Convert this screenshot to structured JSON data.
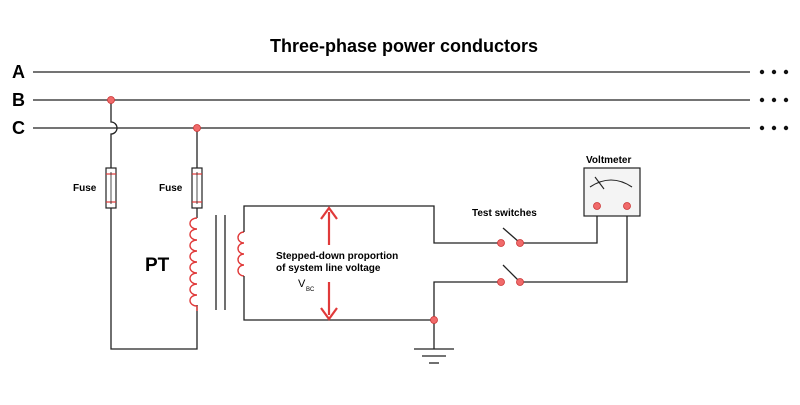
{
  "title": "Three-phase power conductors",
  "phases": [
    "A",
    "B",
    "C"
  ],
  "labels": {
    "fuse_left": "Fuse",
    "fuse_right": "Fuse",
    "pt": "PT",
    "voltmeter": "Voltmeter",
    "test_switches": "Test switches",
    "stepped_down_line1": "Stepped-down proportion",
    "stepped_down_line2": "of system line voltage",
    "v_main": "V",
    "v_sub": "BC"
  },
  "colors": {
    "wire": "#222222",
    "accent": "#e03a3a",
    "node_fill": "#f06a6a"
  }
}
